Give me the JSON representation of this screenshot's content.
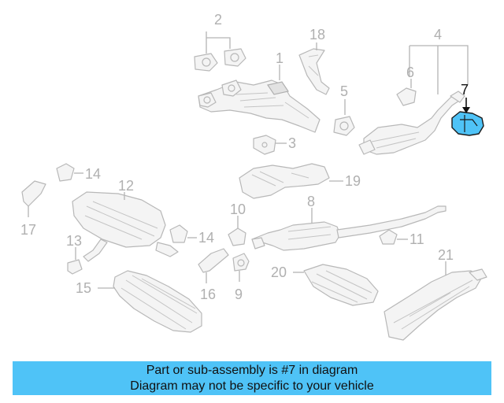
{
  "diagram": {
    "callouts": {
      "p1": "1",
      "p2": "2",
      "p3": "3",
      "p4": "4",
      "p5": "5",
      "p6": "6",
      "p7": "7",
      "p8": "8",
      "p9": "9",
      "p10": "10",
      "p11": "11",
      "p12": "12",
      "p13": "13",
      "p14a": "14",
      "p14b": "14",
      "p15": "15",
      "p16": "16",
      "p17": "17",
      "p18": "18",
      "p19": "19",
      "p20": "20",
      "p21": "21"
    },
    "highlighted_part": "7",
    "highlight_color": "#4fc3f7",
    "callout_color": "#b0b0b0"
  },
  "banner": {
    "line1": "Part or sub-assembly is #7 in diagram",
    "line2": "Diagram may not be specific to your vehicle",
    "background": "#4fc3f7"
  }
}
